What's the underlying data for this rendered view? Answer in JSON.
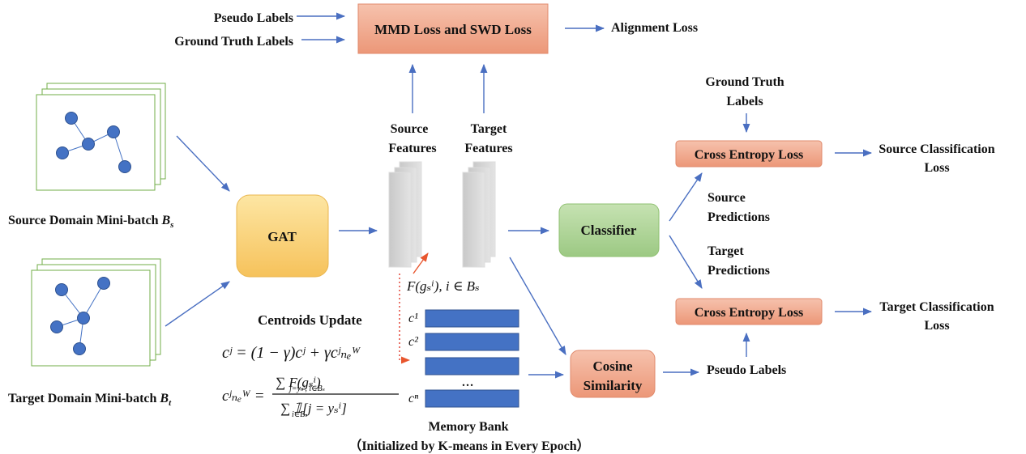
{
  "inputs": {
    "pseudo_labels": "Pseudo Labels",
    "ground_truth_labels": "Ground Truth Labels"
  },
  "loss_box": {
    "label": "MMD Loss and SWD Loss"
  },
  "alignment_loss": "Alignment Loss",
  "source_domain": {
    "label": "Source Domain Mini-batch ",
    "symbol": "B",
    "sub": "s"
  },
  "target_domain": {
    "label": "Target Domain Mini-batch ",
    "symbol": "B",
    "sub": "t"
  },
  "gat": {
    "label": "GAT"
  },
  "source_features": {
    "line1": "Source",
    "line2": "Features"
  },
  "target_features": {
    "line1": "Target",
    "line2": "Features"
  },
  "classifier": {
    "label": "Classifier"
  },
  "feature_formula": "F(gₛⁱ), i ∈ Bₛ",
  "centroids": {
    "title": "Centroids Update",
    "eq1": "cʲ = (1 − γ)cʲ + γcʲₙₑᵂ",
    "eq2_lhs": "cʲₙₑᵂ =",
    "eq2_num": "∑ F(gₛⁱ)",
    "eq2_num_sub": "j=yₛⁱ, i∈Bₛ",
    "eq2_den": "∑ 𝟙[j = yₛⁱ]",
    "eq2_den_sub": "i∈Bₛ"
  },
  "memory_bank": {
    "labels": [
      "c¹",
      "c²",
      "…",
      "cⁿ"
    ],
    "title": "Memory Bank",
    "subtitle": "（Initialized by K-means in Every Epoch）"
  },
  "cosine": {
    "line1": "Cosine",
    "line2": "Similarity"
  },
  "pseudo_labels_out": "Pseudo Labels",
  "ground_truth_top": {
    "line1": "Ground Truth",
    "line2": "Labels"
  },
  "ce_top": {
    "label": "Cross Entropy Loss"
  },
  "ce_bottom": {
    "label": "Cross Entropy Loss"
  },
  "source_classification": {
    "line1": "Source Classification",
    "line2": "Loss"
  },
  "target_classification": {
    "line1": "Target Classification",
    "line2": "Loss"
  },
  "source_predictions": {
    "line1": "Source",
    "line2": "Predictions"
  },
  "target_predictions": {
    "line1": "Target",
    "line2": "Predictions"
  },
  "colors": {
    "arrow": "#4a6fc1",
    "loss_box_fill": "#ee9f84",
    "gat_fill": "#f8c86a",
    "classifier_fill": "#a7d08f",
    "memory_bar": "#4472c4",
    "graph_border": "#70ad47",
    "node": "#4472c4",
    "update_arrow": "#e8562e"
  }
}
